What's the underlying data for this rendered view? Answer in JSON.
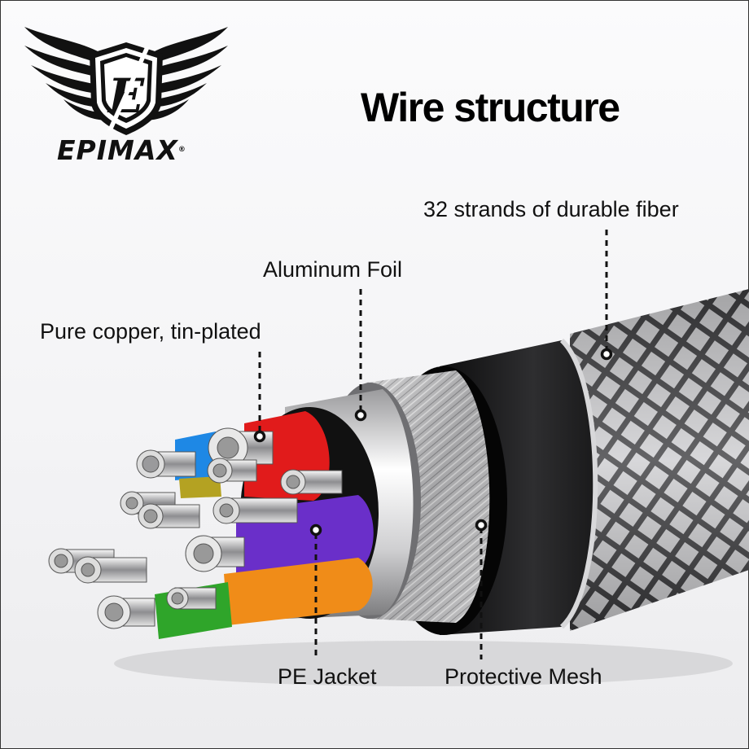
{
  "brand": {
    "name": "EPIMAX",
    "registered_mark": "®",
    "emblem_letter": "E"
  },
  "title": "Wire structure",
  "callouts": [
    {
      "id": "fiber",
      "label": "32 strands of durable fiber"
    },
    {
      "id": "foil",
      "label": "Aluminum Foil"
    },
    {
      "id": "copper",
      "label": "Pure copper, tin-plated"
    },
    {
      "id": "pe-jacket",
      "label": "PE Jacket"
    },
    {
      "id": "mesh",
      "label": "Protective Mesh"
    }
  ],
  "colors": {
    "text": "#111111",
    "core_red": "#e11b1b",
    "core_blue": "#1e88e5",
    "core_yellow": "#b4a222",
    "core_purple": "#6a2fc9",
    "core_orange": "#f08c18",
    "core_green": "#2fa52a",
    "jacket_black": "#1d1d1f",
    "foil_silver": "#d9d9db"
  }
}
